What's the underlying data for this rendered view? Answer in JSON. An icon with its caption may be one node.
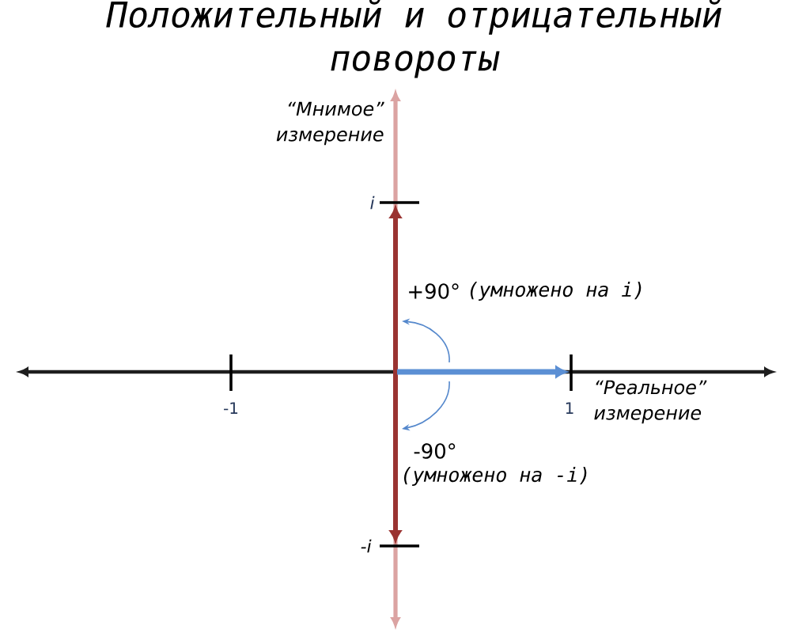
{
  "diagram": {
    "title": "Положительный и отрицательный повороты",
    "labels": [
      "“Мнимое” измерение",
      "i",
      "+90°",
      "(умножено на i)",
      "-1",
      "1",
      "“Реальное” измерение",
      "-90°",
      "(умножено на -i)",
      "-i"
    ]
  }
}
